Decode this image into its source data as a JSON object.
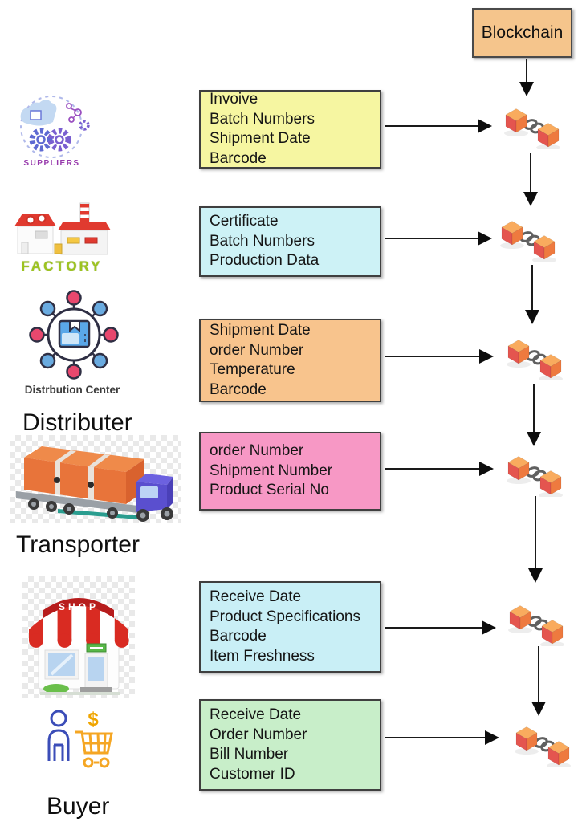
{
  "blockchain": {
    "label": "Blockchain",
    "bg": "#f5c58c"
  },
  "boxes": [
    {
      "bg": "#f6f6a1",
      "lines": [
        "Invoive",
        "Batch Numbers",
        "Shipment Date",
        "Barcode"
      ]
    },
    {
      "bg": "#cdf2f6",
      "lines": [
        "Certificate",
        "Batch Numbers",
        "Production Data"
      ]
    },
    {
      "bg": "#f8c48d",
      "lines": [
        "Shipment Date",
        "order Number",
        "Temperature",
        "Barcode"
      ]
    },
    {
      "bg": "#f798c5",
      "lines": [
        "order Number",
        "Shipment Number",
        "Product Serial No"
      ]
    },
    {
      "bg": "#c9eff6",
      "lines": [
        "Receive Date",
        "Product Specifications",
        "Barcode",
        "Item Freshness"
      ]
    },
    {
      "bg": "#c8eec9",
      "lines": [
        "Receive Date",
        "Order Number",
        "Bill Number",
        "Customer ID"
      ]
    }
  ],
  "actors": {
    "suppliers": {
      "caption": "SUPPLIERS"
    },
    "factory": {
      "caption": "FACTORY"
    },
    "distribution": {
      "caption": "Distrbution Center",
      "label": "Distributer"
    },
    "transporter": {
      "label": "Transporter"
    },
    "shop": {
      "sign": "SHOP"
    },
    "buyer": {
      "label": "Buyer",
      "currency": "$"
    }
  },
  "colors": {
    "cube_top": "#f9ab5e",
    "cube_left": "#e4554f",
    "cube_right": "#ee7a3f",
    "chain_link": "#606060",
    "arrow": "#1a1a1a"
  }
}
